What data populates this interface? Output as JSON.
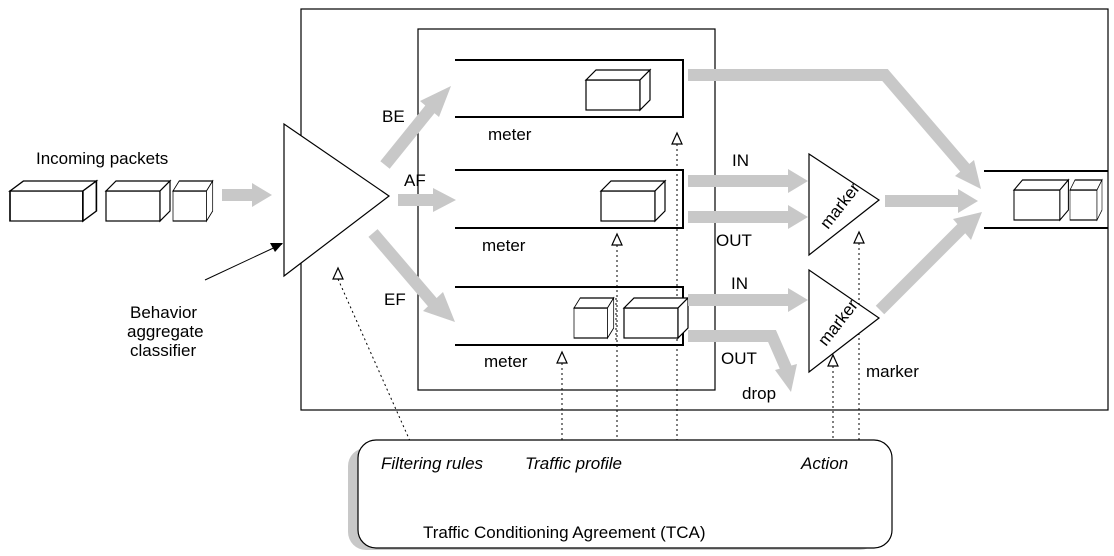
{
  "labels": {
    "incoming_packets": "Incoming packets",
    "classifier_line1": "Behavior",
    "classifier_line2": "aggregate",
    "classifier_line3": "classifier",
    "be": "BE",
    "af": "AF",
    "ef": "EF",
    "meter": "meter",
    "in": "IN",
    "out": "OUT",
    "marker": "marker",
    "drop": "drop",
    "filtering_rules": "Filtering rules",
    "traffic_profile": "Traffic profile",
    "action": "Action",
    "tca": "Traffic Conditioning Agreement (TCA)"
  },
  "colors": {
    "arrow_gray": "#c8c8c8",
    "line": "#000000",
    "background": "#ffffff"
  }
}
